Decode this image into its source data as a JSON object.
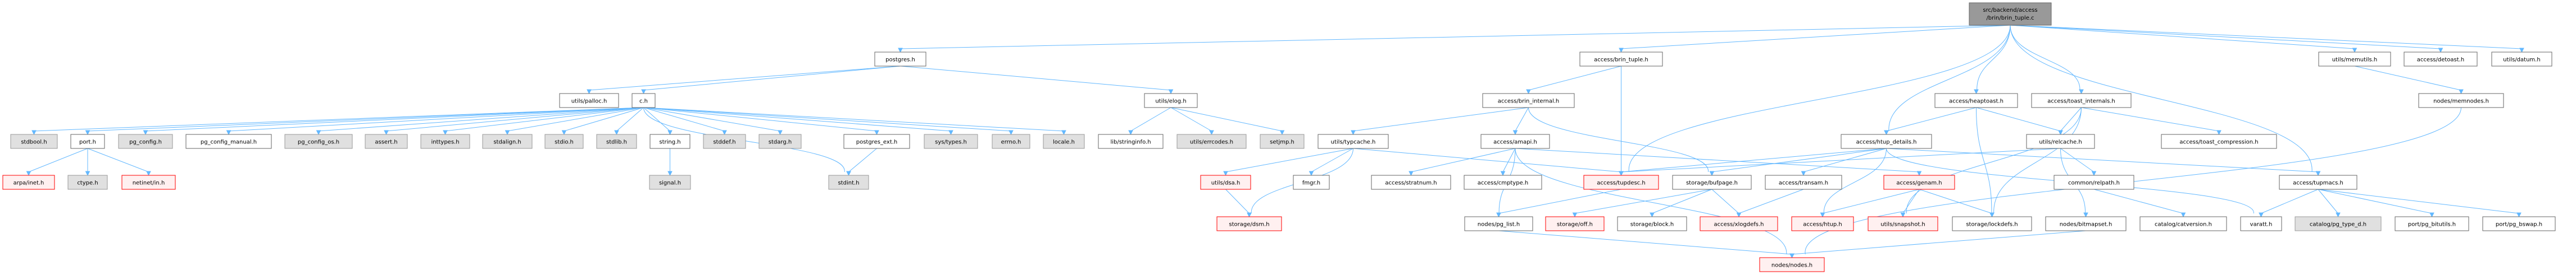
{
  "title": "src/backend/access/brin/brin_tuple.c",
  "colors": {
    "edge": "#63b8ff",
    "root_fill": "#999999",
    "missing_fill": "#e0e0e0",
    "truncated_border": "#ff0000"
  },
  "nodes": [
    {
      "id": "root",
      "label": [
        "src/backend/access",
        "/brin/brin_tuple.c"
      ],
      "kind": "root"
    },
    {
      "id": "postgres.h",
      "label": [
        "postgres.h"
      ],
      "kind": "plain"
    },
    {
      "id": "access/brin_tuple.h",
      "label": [
        "access/brin_tuple.h"
      ],
      "kind": "plain"
    },
    {
      "id": "utils/memutils.h",
      "label": [
        "utils/memutils.h"
      ],
      "kind": "plain"
    },
    {
      "id": "access/detoast.h",
      "label": [
        "access/detoast.h"
      ],
      "kind": "plain"
    },
    {
      "id": "utils/datum.h",
      "label": [
        "utils/datum.h"
      ],
      "kind": "plain"
    },
    {
      "id": "utils/palloc.h",
      "label": [
        "utils/palloc.h"
      ],
      "kind": "plain"
    },
    {
      "id": "c.h",
      "label": [
        "c.h"
      ],
      "kind": "plain"
    },
    {
      "id": "utils/elog.h",
      "label": [
        "utils/elog.h"
      ],
      "kind": "plain"
    },
    {
      "id": "access/brin_internal.h",
      "label": [
        "access/brin_internal.h"
      ],
      "kind": "plain"
    },
    {
      "id": "access/heaptoast.h",
      "label": [
        "access/heaptoast.h"
      ],
      "kind": "plain"
    },
    {
      "id": "access/toast_internals.h",
      "label": [
        "access/toast_internals.h"
      ],
      "kind": "plain"
    },
    {
      "id": "nodes/memnodes.h",
      "label": [
        "nodes/memnodes.h"
      ],
      "kind": "plain"
    },
    {
      "id": "stdbool.h",
      "label": [
        "stdbool.h"
      ],
      "kind": "gray"
    },
    {
      "id": "port.h",
      "label": [
        "port.h"
      ],
      "kind": "plain"
    },
    {
      "id": "pg_config.h",
      "label": [
        "pg_config.h"
      ],
      "kind": "gray"
    },
    {
      "id": "pg_config_manual.h",
      "label": [
        "pg_config_manual.h"
      ],
      "kind": "plain"
    },
    {
      "id": "pg_config_os.h",
      "label": [
        "pg_config_os.h"
      ],
      "kind": "gray"
    },
    {
      "id": "assert.h",
      "label": [
        "assert.h"
      ],
      "kind": "gray"
    },
    {
      "id": "inttypes.h",
      "label": [
        "inttypes.h"
      ],
      "kind": "gray"
    },
    {
      "id": "stdalign.h",
      "label": [
        "stdalign.h"
      ],
      "kind": "gray"
    },
    {
      "id": "stdio.h",
      "label": [
        "stdio.h"
      ],
      "kind": "gray"
    },
    {
      "id": "stdlib.h",
      "label": [
        "stdlib.h"
      ],
      "kind": "gray"
    },
    {
      "id": "string.h",
      "label": [
        "string.h"
      ],
      "kind": "plain"
    },
    {
      "id": "stddef.h",
      "label": [
        "stddef.h"
      ],
      "kind": "gray"
    },
    {
      "id": "stdarg.h",
      "label": [
        "stdarg.h"
      ],
      "kind": "gray"
    },
    {
      "id": "postgres_ext.h",
      "label": [
        "postgres_ext.h"
      ],
      "kind": "plain"
    },
    {
      "id": "sys/types.h",
      "label": [
        "sys/types.h"
      ],
      "kind": "gray"
    },
    {
      "id": "errno.h",
      "label": [
        "errno.h"
      ],
      "kind": "gray"
    },
    {
      "id": "locale.h",
      "label": [
        "locale.h"
      ],
      "kind": "gray"
    },
    {
      "id": "lib/stringinfo.h",
      "label": [
        "lib/stringinfo.h"
      ],
      "kind": "plain"
    },
    {
      "id": "utils/errcodes.h",
      "label": [
        "utils/errcodes.h"
      ],
      "kind": "gray"
    },
    {
      "id": "setjmp.h",
      "label": [
        "setjmp.h"
      ],
      "kind": "gray"
    },
    {
      "id": "utils/typcache.h",
      "label": [
        "utils/typcache.h"
      ],
      "kind": "plain"
    },
    {
      "id": "access/amapi.h",
      "label": [
        "access/amapi.h"
      ],
      "kind": "plain"
    },
    {
      "id": "access/htup_details.h",
      "label": [
        "access/htup_details.h"
      ],
      "kind": "plain"
    },
    {
      "id": "utils/relcache.h",
      "label": [
        "utils/relcache.h"
      ],
      "kind": "plain"
    },
    {
      "id": "access/toast_compression.h",
      "label": [
        "access/toast_compression.h"
      ],
      "kind": "plain"
    },
    {
      "id": "arpa/inet.h",
      "label": [
        "arpa/inet.h"
      ],
      "kind": "red"
    },
    {
      "id": "ctype.h",
      "label": [
        "ctype.h"
      ],
      "kind": "gray"
    },
    {
      "id": "netinet/in.h",
      "label": [
        "netinet/in.h"
      ],
      "kind": "red"
    },
    {
      "id": "signal.h",
      "label": [
        "signal.h"
      ],
      "kind": "gray"
    },
    {
      "id": "stdint.h",
      "label": [
        "stdint.h"
      ],
      "kind": "gray"
    },
    {
      "id": "utils/dsa.h",
      "label": [
        "utils/dsa.h"
      ],
      "kind": "red"
    },
    {
      "id": "fmgr.h",
      "label": [
        "fmgr.h"
      ],
      "kind": "plain"
    },
    {
      "id": "access/stratnum.h",
      "label": [
        "access/stratnum.h"
      ],
      "kind": "plain"
    },
    {
      "id": "access/cmptype.h",
      "label": [
        "access/cmptype.h"
      ],
      "kind": "plain"
    },
    {
      "id": "access/tupdesc.h",
      "label": [
        "access/tupdesc.h"
      ],
      "kind": "red"
    },
    {
      "id": "storage/bufpage.h",
      "label": [
        "storage/bufpage.h"
      ],
      "kind": "plain"
    },
    {
      "id": "access/transam.h",
      "label": [
        "access/transam.h"
      ],
      "kind": "plain"
    },
    {
      "id": "access/genam.h",
      "label": [
        "access/genam.h"
      ],
      "kind": "red"
    },
    {
      "id": "common/relpath.h",
      "label": [
        "common/relpath.h"
      ],
      "kind": "plain"
    },
    {
      "id": "access/tupmacs.h",
      "label": [
        "access/tupmacs.h"
      ],
      "kind": "plain"
    },
    {
      "id": "storage/dsm.h",
      "label": [
        "storage/dsm.h"
      ],
      "kind": "red"
    },
    {
      "id": "nodes/pg_list.h",
      "label": [
        "nodes/pg_list.h"
      ],
      "kind": "plain"
    },
    {
      "id": "storage/off.h",
      "label": [
        "storage/off.h"
      ],
      "kind": "red"
    },
    {
      "id": "storage/block.h",
      "label": [
        "storage/block.h"
      ],
      "kind": "plain"
    },
    {
      "id": "access/xlogdefs.h",
      "label": [
        "access/xlogdefs.h"
      ],
      "kind": "red"
    },
    {
      "id": "access/htup.h",
      "label": [
        "access/htup.h"
      ],
      "kind": "red"
    },
    {
      "id": "utils/snapshot.h",
      "label": [
        "utils/snapshot.h"
      ],
      "kind": "red"
    },
    {
      "id": "storage/lockdefs.h",
      "label": [
        "storage/lockdefs.h"
      ],
      "kind": "plain"
    },
    {
      "id": "nodes/bitmapset.h",
      "label": [
        "nodes/bitmapset.h"
      ],
      "kind": "plain"
    },
    {
      "id": "catalog/catversion.h",
      "label": [
        "catalog/catversion.h"
      ],
      "kind": "plain"
    },
    {
      "id": "varatt.h",
      "label": [
        "varatt.h"
      ],
      "kind": "plain"
    },
    {
      "id": "catalog/pg_type_d.h",
      "label": [
        "catalog/pg_type_d.h"
      ],
      "kind": "gray"
    },
    {
      "id": "port/pg_bitutils.h",
      "label": [
        "port/pg_bitutils.h"
      ],
      "kind": "plain"
    },
    {
      "id": "port/pg_bswap.h",
      "label": [
        "port/pg_bswap.h"
      ],
      "kind": "plain"
    },
    {
      "id": "nodes/nodes.h",
      "label": [
        "nodes/nodes.h"
      ],
      "kind": "red"
    }
  ],
  "edges": [
    [
      "root",
      "postgres.h"
    ],
    [
      "root",
      "access/brin_tuple.h"
    ],
    [
      "root",
      "access/htup_details.h"
    ],
    [
      "root",
      "access/tupdesc.h"
    ],
    [
      "root",
      "access/heaptoast.h"
    ],
    [
      "root",
      "access/toast_internals.h"
    ],
    [
      "root",
      "access/tupmacs.h"
    ],
    [
      "root",
      "utils/memutils.h"
    ],
    [
      "root",
      "access/detoast.h"
    ],
    [
      "root",
      "utils/datum.h"
    ],
    [
      "postgres.h",
      "utils/palloc.h"
    ],
    [
      "postgres.h",
      "c.h"
    ],
    [
      "postgres.h",
      "utils/elog.h"
    ],
    [
      "c.h",
      "stdbool.h"
    ],
    [
      "c.h",
      "port.h"
    ],
    [
      "c.h",
      "pg_config.h"
    ],
    [
      "c.h",
      "pg_config_manual.h"
    ],
    [
      "c.h",
      "pg_config_os.h"
    ],
    [
      "c.h",
      "assert.h"
    ],
    [
      "c.h",
      "inttypes.h"
    ],
    [
      "c.h",
      "stdalign.h"
    ],
    [
      "c.h",
      "stdio.h"
    ],
    [
      "c.h",
      "stdlib.h"
    ],
    [
      "c.h",
      "string.h"
    ],
    [
      "c.h",
      "stddef.h"
    ],
    [
      "c.h",
      "stdarg.h"
    ],
    [
      "c.h",
      "postgres_ext.h"
    ],
    [
      "c.h",
      "sys/types.h"
    ],
    [
      "c.h",
      "errno.h"
    ],
    [
      "c.h",
      "locale.h"
    ],
    [
      "c.h",
      "stdint.h"
    ],
    [
      "port.h",
      "arpa/inet.h"
    ],
    [
      "port.h",
      "ctype.h"
    ],
    [
      "port.h",
      "netinet/in.h"
    ],
    [
      "string.h",
      "signal.h"
    ],
    [
      "postgres_ext.h",
      "stdint.h"
    ],
    [
      "utils/elog.h",
      "lib/stringinfo.h"
    ],
    [
      "utils/elog.h",
      "utils/errcodes.h"
    ],
    [
      "utils/elog.h",
      "setjmp.h"
    ],
    [
      "utils/typcache.h",
      "utils/dsa.h"
    ],
    [
      "utils/typcache.h",
      "storage/dsm.h"
    ],
    [
      "utils/typcache.h",
      "fmgr.h"
    ],
    [
      "utils/typcache.h",
      "access/tupdesc.h"
    ],
    [
      "utils/dsa.h",
      "storage/dsm.h"
    ],
    [
      "access/brin_tuple.h",
      "access/brin_internal.h"
    ],
    [
      "access/brin_tuple.h",
      "access/tupdesc.h"
    ],
    [
      "access/brin_internal.h",
      "utils/typcache.h"
    ],
    [
      "access/brin_internal.h",
      "access/amapi.h"
    ],
    [
      "access/brin_internal.h",
      "storage/bufpage.h"
    ],
    [
      "access/amapi.h",
      "access/stratnum.h"
    ],
    [
      "access/amapi.h",
      "access/cmptype.h"
    ],
    [
      "access/amapi.h",
      "nodes/pg_list.h"
    ],
    [
      "access/amapi.h",
      "nodes/nodes.h"
    ],
    [
      "access/amapi.h",
      "access/genam.h"
    ],
    [
      "access/tupdesc.h",
      "nodes/pg_list.h"
    ],
    [
      "storage/bufpage.h",
      "storage/off.h"
    ],
    [
      "storage/bufpage.h",
      "storage/block.h"
    ],
    [
      "storage/bufpage.h",
      "access/xlogdefs.h"
    ],
    [
      "access/transam.h",
      "access/xlogdefs.h"
    ],
    [
      "access/genam.h",
      "access/htup.h"
    ],
    [
      "access/genam.h",
      "utils/snapshot.h"
    ],
    [
      "access/genam.h",
      "storage/lockdefs.h"
    ],
    [
      "nodes/pg_list.h",
      "nodes/nodes.h"
    ],
    [
      "access/htup_details.h",
      "access/tupdesc.h"
    ],
    [
      "access/htup_details.h",
      "storage/bufpage.h"
    ],
    [
      "access/htup_details.h",
      "access/transam.h"
    ],
    [
      "access/htup_details.h",
      "access/htup.h"
    ],
    [
      "access/htup_details.h",
      "access/tupmacs.h"
    ],
    [
      "access/htup_details.h",
      "varatt.h"
    ],
    [
      "access/heaptoast.h",
      "access/htup_details.h"
    ],
    [
      "access/heaptoast.h",
      "utils/relcache.h"
    ],
    [
      "access/heaptoast.h",
      "storage/lockdefs.h"
    ],
    [
      "access/toast_internals.h",
      "utils/relcache.h"
    ],
    [
      "access/toast_internals.h",
      "access/toast_compression.h"
    ],
    [
      "access/toast_internals.h",
      "storage/lockdefs.h"
    ],
    [
      "access/toast_internals.h",
      "utils/snapshot.h"
    ],
    [
      "utils/relcache.h",
      "access/tupdesc.h"
    ],
    [
      "utils/relcache.h",
      "common/relpath.h"
    ],
    [
      "utils/relcache.h",
      "nodes/bitmapset.h"
    ],
    [
      "common/relpath.h",
      "catalog/catversion.h"
    ],
    [
      "access/tupmacs.h",
      "varatt.h"
    ],
    [
      "access/tupmacs.h",
      "catalog/pg_type_d.h"
    ],
    [
      "access/tupmacs.h",
      "port/pg_bitutils.h"
    ],
    [
      "access/tupmacs.h",
      "port/pg_bswap.h"
    ],
    [
      "utils/memutils.h",
      "nodes/memnodes.h"
    ],
    [
      "nodes/memnodes.h",
      "nodes/nodes.h"
    ],
    [
      "nodes/bitmapset.h",
      "nodes/nodes.h"
    ]
  ]
}
